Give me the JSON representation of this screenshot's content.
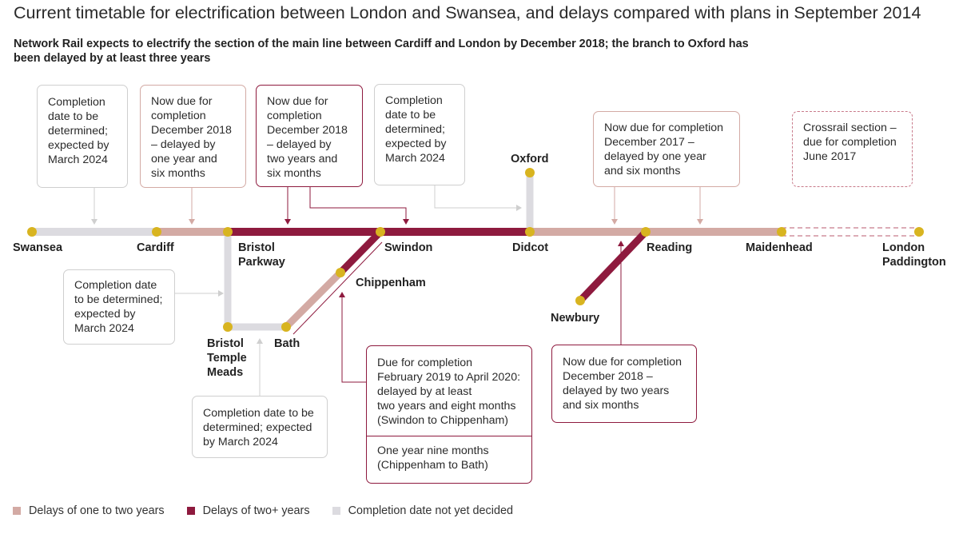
{
  "title": "Current timetable for electrification between London and Swansea, and delays compared with plans in September 2014",
  "subtitle": "Network Rail expects to electrify the section of the main line between Cardiff and London by December 2018; the branch to Oxford has been delayed by at least three years",
  "colors": {
    "one_to_two": "#d3aaa4",
    "two_plus": "#8e1a3e",
    "undecided": "#dcdbe0",
    "station_dot": "#d8b420",
    "crossrail_dash": "#c87a8a"
  },
  "stations": {
    "swansea": "Swansea",
    "cardiff": "Cardiff",
    "bristol_parkway": [
      "Bristol",
      "Parkway"
    ],
    "swindon": "Swindon",
    "didcot": "Didcot",
    "oxford": "Oxford",
    "reading": "Reading",
    "maidenhead": "Maidenhead",
    "london_paddington": [
      "London",
      "Paddington"
    ],
    "chippenham": "Chippenham",
    "bath": "Bath",
    "bristol_temple_meads": [
      "Bristol",
      "Temple",
      "Meads"
    ],
    "newbury": "Newbury"
  },
  "boxes": {
    "swansea_cardiff": [
      "Completion",
      "date to be",
      "determined;",
      "expected by",
      "March 2024"
    ],
    "cardiff_parkway": [
      "Now due for",
      "completion",
      "December 2018",
      "– delayed by",
      "one year and",
      "six months"
    ],
    "parkway_swindon": [
      "Now due for",
      "completion",
      "December 2018",
      "– delayed by",
      "two years and",
      "six months"
    ],
    "swindon_didcot": [
      "Completion",
      "date to be",
      "determined;",
      "expected by",
      "March 2024"
    ],
    "didcot_reading": [
      "Now due for completion",
      "December 2017 –",
      "delayed by one year",
      "and six months"
    ],
    "crossrail": [
      "Crossrail section –",
      "due for completion",
      "June 2017"
    ],
    "parkway_temple_meads": [
      "Completion date",
      "to be determined;",
      "expected by",
      "March 2024"
    ],
    "temple_meads_bath": [
      "Completion date to be",
      "determined; expected",
      "by March 2024"
    ],
    "swindon_bath_top": [
      "Due for completion",
      "February 2019 to April 2020:",
      "delayed by at least",
      "two years and eight months",
      "(Swindon to Chippenham)"
    ],
    "swindon_bath_bottom": [
      "One year nine months",
      "(Chippenham to Bath)"
    ],
    "reading_newbury": [
      "Now due for completion",
      "December 2018 –",
      "delayed by two years",
      "and six months"
    ]
  },
  "legend": [
    {
      "label": "Delays of one to two years",
      "color": "#d3aaa4"
    },
    {
      "label": "Delays of two+ years",
      "color": "#8e1a3e"
    },
    {
      "label": "Completion date not yet decided",
      "color": "#dcdbe0"
    }
  ]
}
